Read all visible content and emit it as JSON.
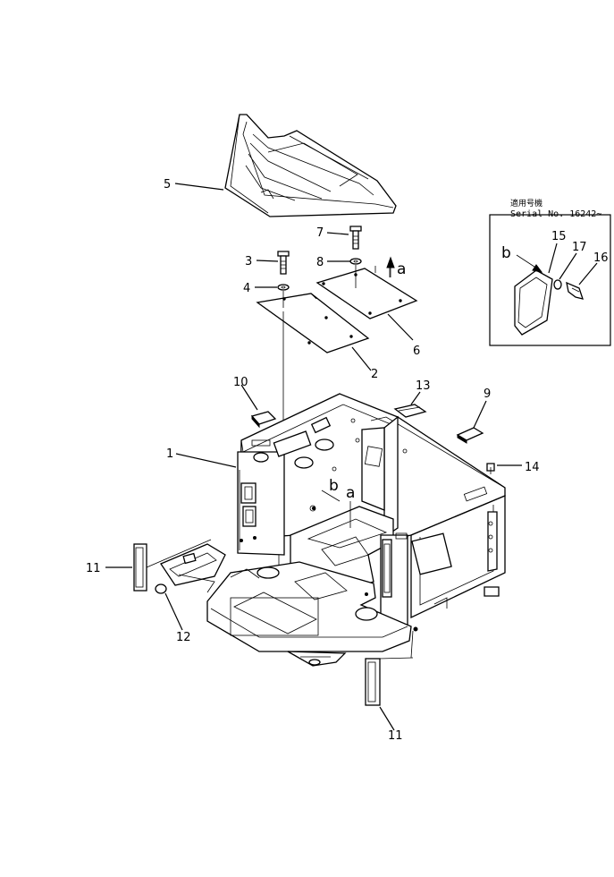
{
  "inset": {
    "serial_prefix": "適用号機",
    "serial_text": "Serial No. 16242~"
  },
  "callouts": {
    "p1": "1",
    "p2": "2",
    "p3": "3",
    "p4": "4",
    "p5": "5",
    "p6": "6",
    "p7": "7",
    "p8": "8",
    "p9": "9",
    "p10": "10",
    "p11a": "11",
    "p11b": "11",
    "p12": "12",
    "p13": "13",
    "p14": "14",
    "p15": "15",
    "p16": "16",
    "p17": "17"
  },
  "view_markers": {
    "a_top": "a",
    "a_main": "a",
    "b_main": "b",
    "b_inset": "b"
  }
}
